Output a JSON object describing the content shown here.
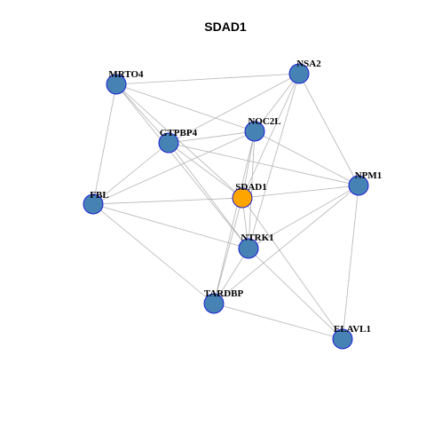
{
  "diagram": {
    "title": "SDAD1",
    "colors": {
      "center_node": "#ffa500",
      "node": "#4682b4",
      "node_border": "#1a1fd6",
      "edge": "#b4b4b4"
    },
    "nodes": [
      {
        "id": "SDAD1",
        "label": "SDAD1",
        "center": true
      },
      {
        "id": "MRTO4",
        "label": "MRTO4"
      },
      {
        "id": "NSA2",
        "label": "NSA2"
      },
      {
        "id": "GTPBP4",
        "label": "GTPBP4"
      },
      {
        "id": "NOC2L",
        "label": "NOC2L"
      },
      {
        "id": "NPM1",
        "label": "NPM1"
      },
      {
        "id": "FBL",
        "label": "FBL"
      },
      {
        "id": "NTRK1",
        "label": "NTRK1"
      },
      {
        "id": "TARDBP",
        "label": "TARDBP"
      },
      {
        "id": "ELAVL1",
        "label": "ELAVL1"
      }
    ],
    "edges": [
      [
        "MRTO4",
        "NSA2"
      ],
      [
        "MRTO4",
        "GTPBP4"
      ],
      [
        "MRTO4",
        "NOC2L"
      ],
      [
        "MRTO4",
        "SDAD1"
      ],
      [
        "MRTO4",
        "FBL"
      ],
      [
        "MRTO4",
        "NTRK1"
      ],
      [
        "NSA2",
        "GTPBP4"
      ],
      [
        "NSA2",
        "NOC2L"
      ],
      [
        "NSA2",
        "NPM1"
      ],
      [
        "NSA2",
        "SDAD1"
      ],
      [
        "NSA2",
        "NTRK1"
      ],
      [
        "GTPBP4",
        "NOC2L"
      ],
      [
        "GTPBP4",
        "SDAD1"
      ],
      [
        "GTPBP4",
        "NPM1"
      ],
      [
        "GTPBP4",
        "FBL"
      ],
      [
        "GTPBP4",
        "NTRK1"
      ],
      [
        "NOC2L",
        "NPM1"
      ],
      [
        "NOC2L",
        "FBL"
      ],
      [
        "NOC2L",
        "SDAD1"
      ],
      [
        "NOC2L",
        "NTRK1"
      ],
      [
        "NOC2L",
        "TARDBP"
      ],
      [
        "FBL",
        "SDAD1"
      ],
      [
        "FBL",
        "NTRK1"
      ],
      [
        "FBL",
        "TARDBP"
      ],
      [
        "NPM1",
        "SDAD1"
      ],
      [
        "NPM1",
        "NTRK1"
      ],
      [
        "NPM1",
        "TARDBP"
      ],
      [
        "NPM1",
        "ELAVL1"
      ],
      [
        "SDAD1",
        "NTRK1"
      ],
      [
        "SDAD1",
        "TARDBP"
      ],
      [
        "SDAD1",
        "ELAVL1"
      ],
      [
        "NTRK1",
        "TARDBP"
      ],
      [
        "NTRK1",
        "ELAVL1"
      ],
      [
        "TARDBP",
        "ELAVL1"
      ]
    ]
  }
}
